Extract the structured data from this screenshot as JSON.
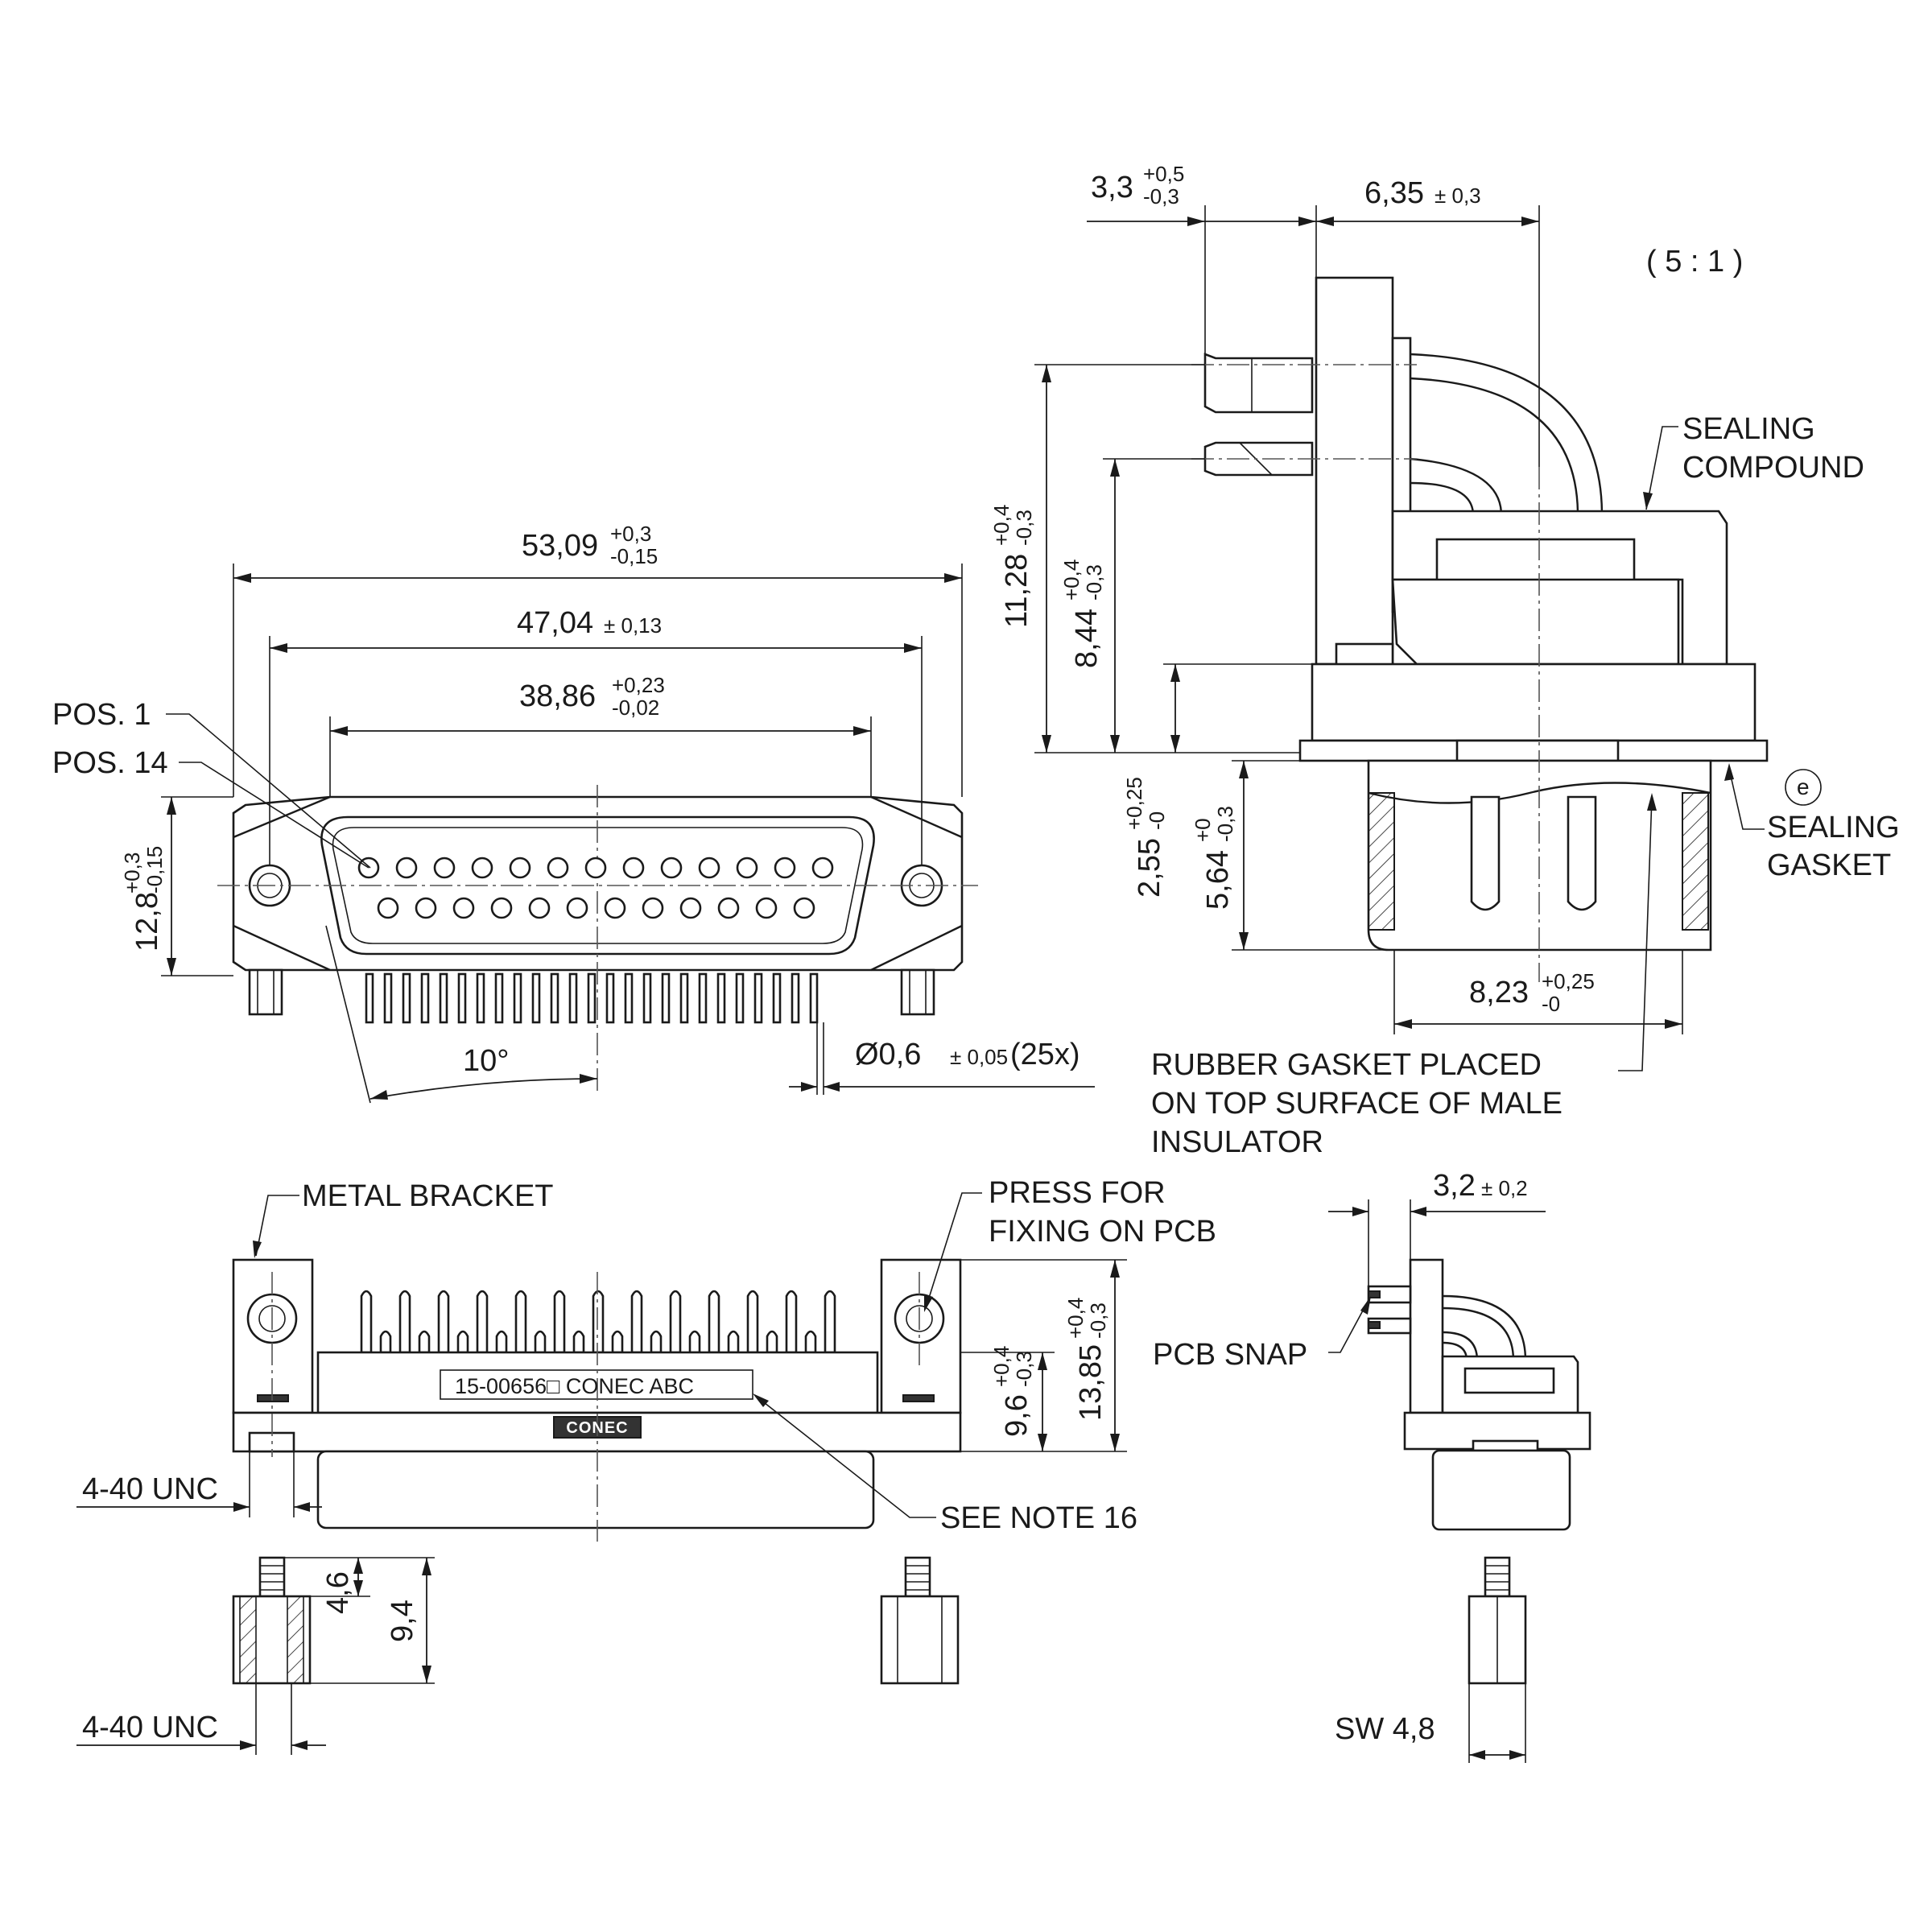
{
  "scale": "( 5 : 1 )",
  "front_view": {
    "width_total": {
      "nom": "53,09",
      "upper": "+0,3",
      "lower": "-0,15"
    },
    "width_holes": {
      "nom": "47,04",
      "tol": "± 0,13"
    },
    "width_shell": {
      "nom": "38,86",
      "upper": "+0,23",
      "lower": "-0,02"
    },
    "height": {
      "nom": "12,8",
      "upper": "+0,3",
      "lower": "-0,15"
    },
    "pos1": "POS. 1",
    "pos14": "POS. 14",
    "angle": "10°",
    "pin_dia": {
      "nom": "Ø0,6",
      "tol": "± 0,05",
      "count": "(25x)"
    }
  },
  "side_view": {
    "dim_top_left": {
      "nom": "3,3",
      "upper": "+0,5",
      "lower": "-0,3"
    },
    "dim_top_right": {
      "nom": "6,35",
      "tol": "± 0,3"
    },
    "dim_h1": {
      "nom": "11,28",
      "upper": "+0,4",
      "lower": "-0,3"
    },
    "dim_h2": {
      "nom": "8,44",
      "upper": "+0,4",
      "lower": "-0,3"
    },
    "dim_h3": {
      "nom": "2,55",
      "upper": "+0,25",
      "lower": "-0"
    },
    "dim_h4": {
      "nom": "5,64",
      "upper": "+0",
      "lower": "-0,3"
    },
    "dim_bottom": {
      "nom": "8,23",
      "upper": "+0,25",
      "lower": "-0"
    },
    "sealing_compound": [
      "SEALING",
      "COMPOUND"
    ],
    "sealing_gasket": [
      "SEALING",
      "GASKET"
    ],
    "gasket_symbol": "e",
    "rubber_gasket_note": [
      "RUBBER GASKET PLACED",
      "ON TOP SURFACE OF MALE",
      "INSULATOR"
    ]
  },
  "bottom_view": {
    "metal_bracket": "METAL BRACKET",
    "press_for": [
      "PRESS FOR",
      "FIXING ON PCB"
    ],
    "marking": "15-00656□  CONEC  ABC",
    "logo": "CONEC",
    "thread1": "4-40 UNC",
    "thread2": "4-40 UNC",
    "see_note": "SEE NOTE 16",
    "dim_96": {
      "nom": "9,6",
      "upper": "+0,4",
      "lower": "-0,3"
    },
    "dim_1385": {
      "nom": "13,85",
      "upper": "+0,4",
      "lower": "-0,3"
    },
    "dim_46": "4,6",
    "dim_94": "9,4"
  },
  "small_side_view": {
    "dim_32": {
      "nom": "3,2",
      "tol": "± 0,2"
    },
    "pcb_snap": "PCB SNAP",
    "sw": "SW 4,8"
  }
}
